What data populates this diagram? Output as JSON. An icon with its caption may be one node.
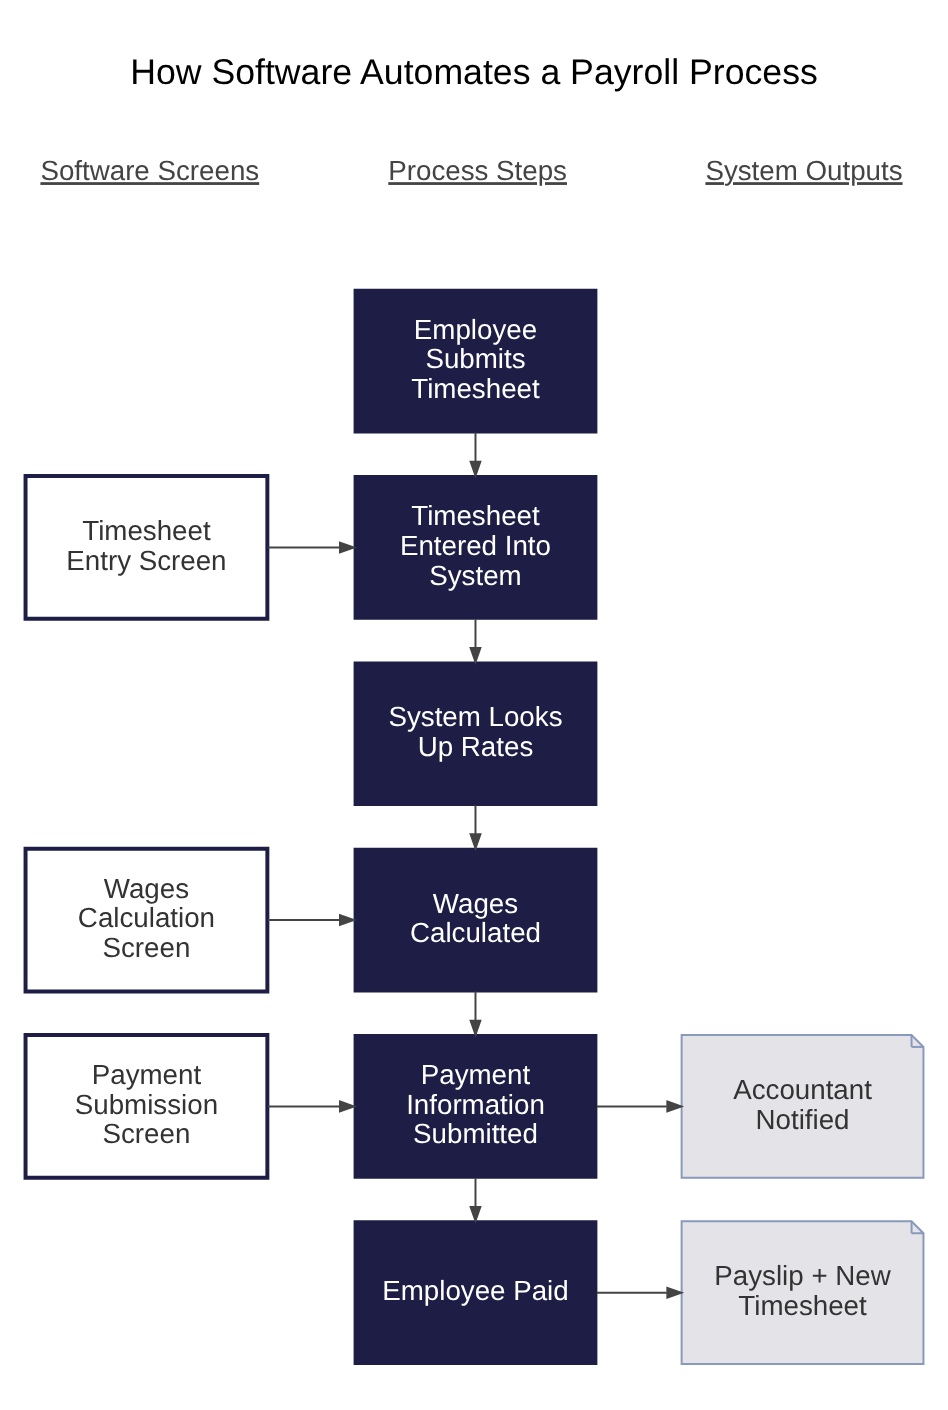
{
  "diagram": {
    "title": "How Software Automates a Payroll Process",
    "nodes": [
      {
        "text": [
          "Employee Submits Timesheet"
        ]
      },
      {
        "text": [
          "Timesheet Entry Screen"
        ]
      },
      {
        "text": [
          "Timesheet Entered Into System"
        ]
      },
      {
        "text": [
          "System Looks Up Rates"
        ]
      },
      {
        "text": [
          "Wages Calculation Screen"
        ]
      },
      {
        "text": [
          "Wages Calculated"
        ]
      },
      {
        "text": [
          "Payment Submission Screen"
        ]
      },
      {
        "text": [
          "Payment Information Submitted"
        ]
      },
      {
        "text": [
          "Accountant Notified"
        ]
      },
      {
        "text": [
          "Employee Paid"
        ]
      },
      {
        "text": [
          "Payslip + New Timesheet"
        ]
      }
    ],
    "edges": [
      {
        "from": 0,
        "to": 2,
        "arrow": "to"
      },
      {
        "from": 1,
        "to": 2,
        "arrow": "to"
      },
      {
        "from": 2,
        "to": 3,
        "arrow": "to"
      },
      {
        "from": 3,
        "to": 5,
        "arrow": "to"
      },
      {
        "from": 4,
        "to": 5,
        "arrow": "to"
      },
      {
        "from": 5,
        "to": 7,
        "arrow": "to"
      },
      {
        "from": 6,
        "to": 7,
        "arrow": "to"
      },
      {
        "from": 7,
        "to": 8,
        "arrow": "to"
      },
      {
        "from": 7,
        "to": 9,
        "arrow": "to"
      },
      {
        "from": 9,
        "to": 10,
        "arrow": "to"
      }
    ],
    "labels": [
      "Software Screens",
      "Process Steps",
      "System Outputs"
    ]
  }
}
